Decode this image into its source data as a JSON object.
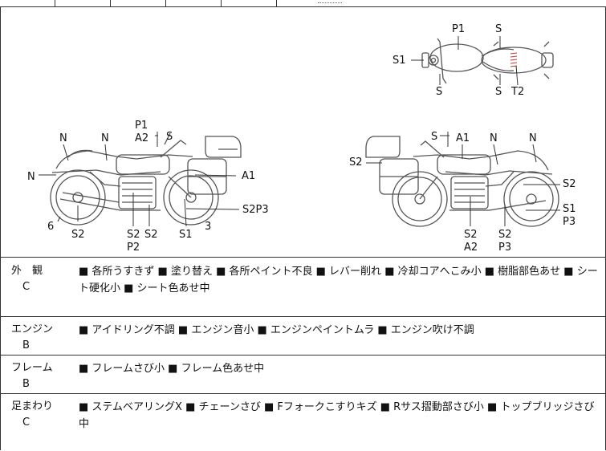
{
  "diagram": {
    "labels": {
      "top_p1": "P1",
      "top_s": "S",
      "top_s1": "S1",
      "top_s_lower_left": "S",
      "top_s_lower_right": "S",
      "top_t2": "T2",
      "left_p1": "P1",
      "left_a2": "A2",
      "left_s": "S",
      "left_n1": "N",
      "left_n2": "N",
      "left_n3": "N",
      "left_a1": "A1",
      "left_s2p3": "S2P3",
      "left_6": "6",
      "left_s2_a": "S2",
      "left_s2_b": "S2",
      "left_s2_c": "S2",
      "left_p2": "P2",
      "left_s1": "S1",
      "left_3": "3",
      "right_s": "S",
      "right_a1": "A1",
      "right_n1": "N",
      "right_n2": "N",
      "right_s2_left": "S2",
      "right_s2_right": "S2",
      "right_s1": "S1",
      "right_p3_side": "P3",
      "right_s2_a": "S2",
      "right_a2": "A2",
      "right_s2_b": "S2",
      "right_p3_bottom": "P3"
    }
  },
  "rows": [
    {
      "category": "外　観",
      "grade": "C",
      "notes": "■ 各所うすきず ■ 塗り替え ■ 各所ペイント不良 ■ レバー削れ ■ 冷却コアへこみ小 ■ 樹脂部色あせ ■ シート硬化小 ■ シート色あせ中"
    },
    {
      "category": "エンジン",
      "grade": "B",
      "notes": "■ アイドリング不調 ■ エンジン音小 ■ エンジンペイントムラ ■ エンジン吹け不調"
    },
    {
      "category": "フレーム",
      "grade": "B",
      "notes": "■ フレームさび小 ■ フレーム色あせ中"
    },
    {
      "category": "足まわり",
      "grade": "C",
      "notes": "■ ステムベアリングX ■ チェーンさび ■ Fフォークこすりキズ ■ Rサス摺動部さび小 ■ トップブリッジさび中"
    }
  ]
}
